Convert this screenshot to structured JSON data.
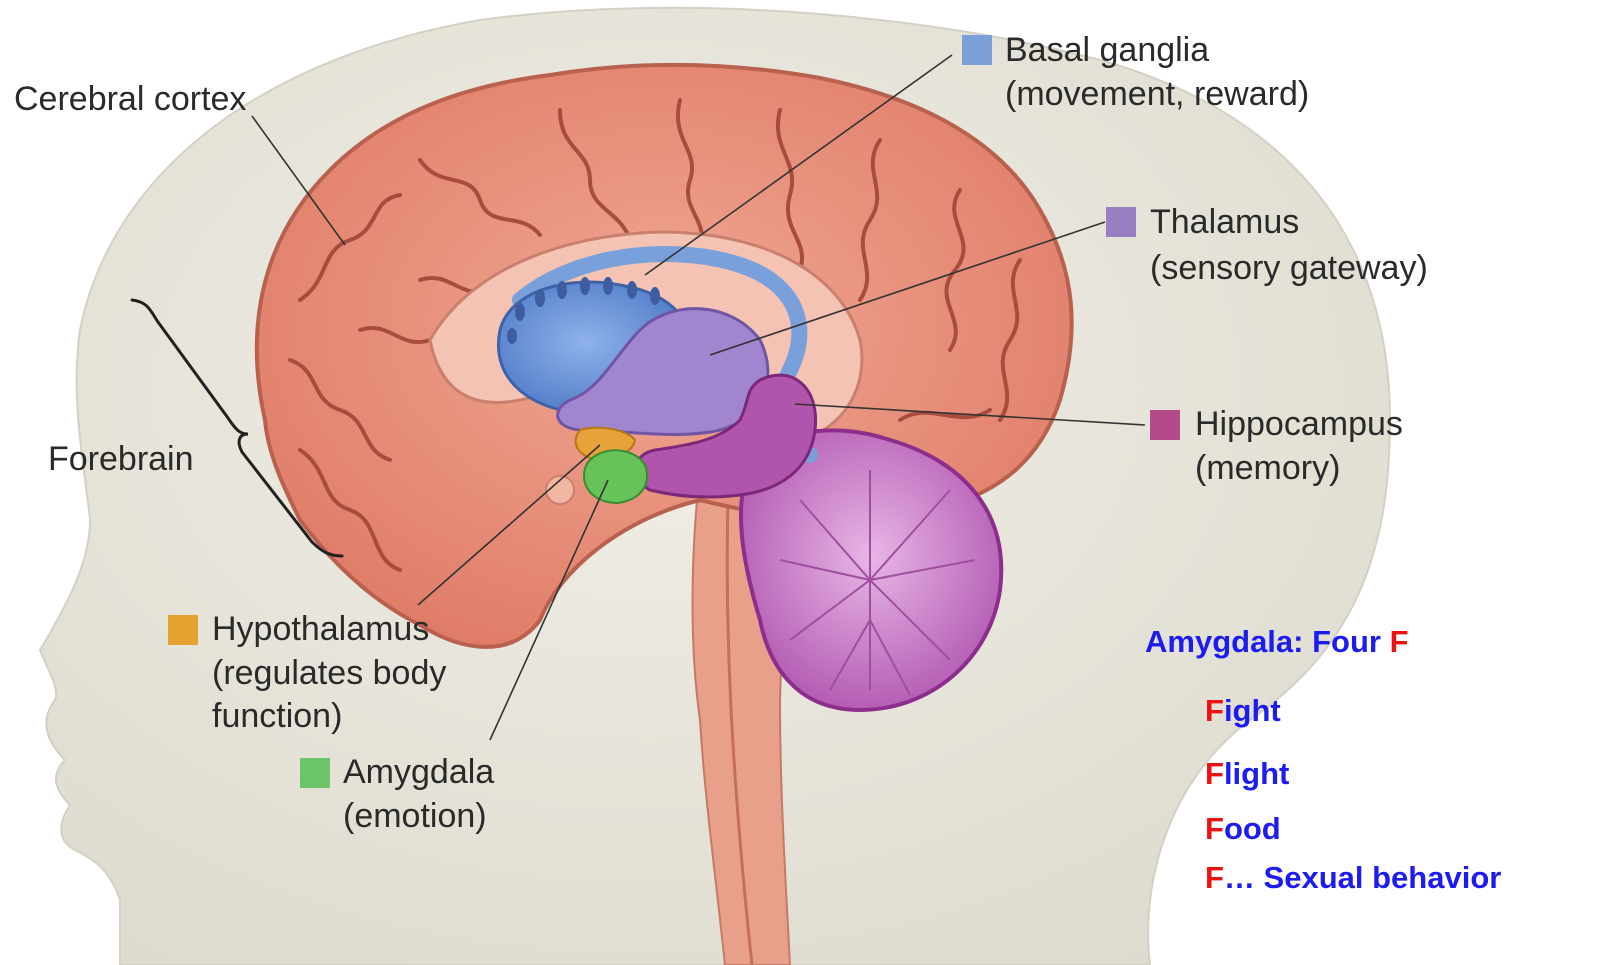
{
  "labels": {
    "cerebral_cortex": "Cerebral cortex",
    "forebrain": "Forebrain",
    "basal_ganglia": {
      "name": "Basal ganglia",
      "desc": "(movement, reward)"
    },
    "thalamus": {
      "name": "Thalamus",
      "desc": "(sensory gateway)"
    },
    "hippocampus": {
      "name": "Hippocampus",
      "desc": "(memory)"
    },
    "hypothalamus": {
      "name": "Hypothalamus",
      "desc1": "(regulates body",
      "desc2": "function)"
    },
    "amygdala": {
      "name": "Amygdala",
      "desc": "(emotion)"
    }
  },
  "colors": {
    "basal_ganglia": "#7b9fd6",
    "thalamus": "#9a7fc0",
    "hippocampus": "#b54a8a",
    "hypothalamus": "#e5a230",
    "amygdala": "#6cc46a",
    "mnemonic_blue": "#1c1cf0",
    "mnemonic_red": "#ee1111"
  },
  "mnemonic": {
    "title_prefix": "Amygdala: Four ",
    "title_f": "F",
    "items": [
      {
        "f": "F",
        "rest": "ight"
      },
      {
        "f": "F",
        "rest": "light"
      },
      {
        "f": "F",
        "rest": "ood"
      },
      {
        "f": "F",
        "rest": "… Sexual behavior"
      }
    ]
  }
}
